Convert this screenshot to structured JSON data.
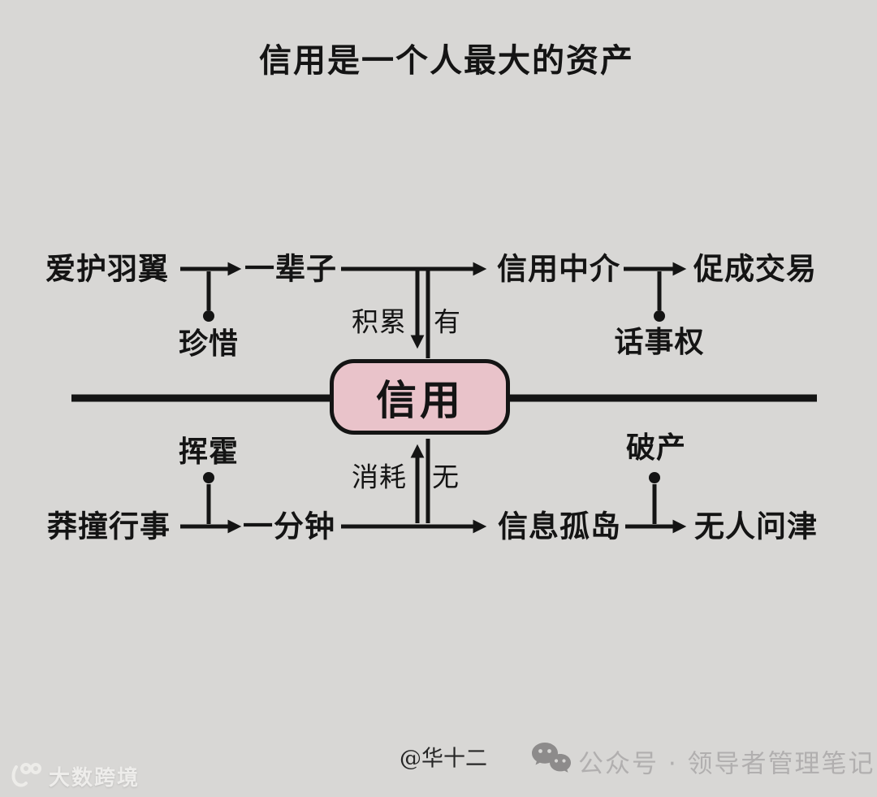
{
  "title": "信用是一个人最大的资产",
  "colors": {
    "background": "#d8d7d5",
    "ink": "#141414",
    "center_fill": "#e9c3ca",
    "footer_gray": "#b1afaf",
    "watermark_white": "#f3f2f0",
    "wechat_icon_gray": "#8d8b8b"
  },
  "center": {
    "label": "信用"
  },
  "top_flow": {
    "nodes": [
      "爱护羽翼",
      "一辈子",
      "信用中介",
      "促成交易"
    ],
    "sub_labels": [
      "珍惜",
      "话事权"
    ],
    "edge_labels": {
      "into_center": "积累",
      "out_of_center": "有"
    }
  },
  "bottom_flow": {
    "nodes": [
      "莽撞行事",
      "一分钟",
      "信息孤岛",
      "无人问津"
    ],
    "sub_labels": [
      "挥霍",
      "破产"
    ],
    "edge_labels": {
      "into_center": "消耗",
      "out_of_center": "无"
    }
  },
  "footer": {
    "author": "@华十二",
    "wechat_icon": "wechat-logo",
    "account": "公众号 · 领导者管理笔记"
  },
  "watermark": {
    "icon": "dashu-kuajing-logo",
    "label": "大数跨境"
  }
}
